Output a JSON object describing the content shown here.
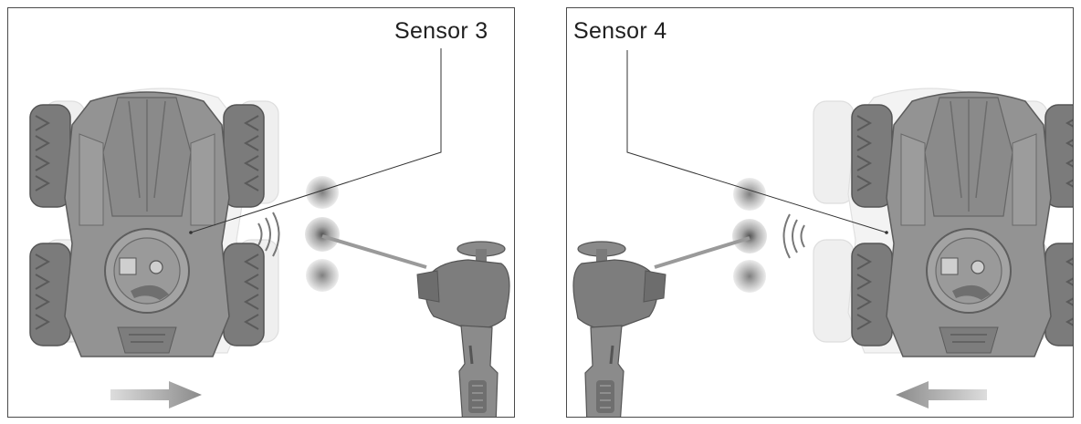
{
  "panels": [
    {
      "sensor_label": "Sensor 3",
      "arrow_direction": "right"
    },
    {
      "sensor_label": "Sensor 4",
      "arrow_direction": "left"
    }
  ],
  "icons": {
    "car": "toy-car-top-view-icon",
    "controller": "remote-controller-icon",
    "signal": "signal-waves-icon",
    "arrow": "movement-arrow-icon"
  },
  "colors": {
    "car_body": "#8c8c8c",
    "car_ghost": "#ececec",
    "controller": "#7f7f7f",
    "beam": "#9a9a9a",
    "border": "#4a4a4a",
    "text": "#1f1f1f"
  }
}
